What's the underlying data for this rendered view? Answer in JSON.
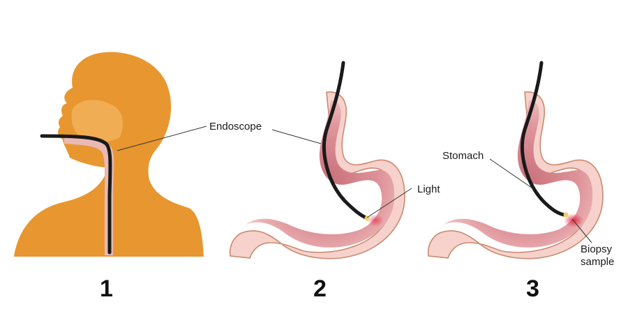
{
  "labels": {
    "endoscope": "Endoscope",
    "light": "Light",
    "stomach": "Stomach",
    "biopsy_line1": "Biopsy",
    "biopsy_line2": "sample"
  },
  "steps": [
    "1",
    "2",
    "3"
  ],
  "colors": {
    "body": "#E8962F",
    "body_shadow": "#F2B35E",
    "stomach_wall": "#F7D2CC",
    "stomach_outline": "#C98A6E",
    "stomach_inner": "#E8A9AC",
    "stomach_inner_dark": "#C9707A",
    "esophagus": "#E9B9B4",
    "scope": "#1A1A1A",
    "light": "#F0D060",
    "biopsy": "#E5304A"
  },
  "icons": [
    "head-silhouette",
    "stomach",
    "endoscope-tube"
  ]
}
